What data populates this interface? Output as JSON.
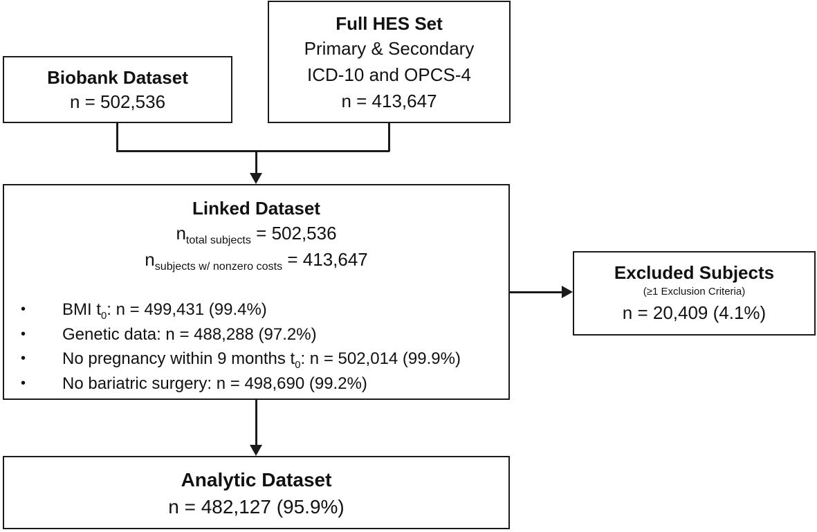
{
  "biobank": {
    "title": "Biobank Dataset",
    "count": "n = 502,536"
  },
  "hes": {
    "title": "Full HES Set",
    "line1": "Primary & Secondary",
    "line2": "ICD-10 and OPCS-4",
    "count": "n = 413,647"
  },
  "linked": {
    "title": "Linked Dataset",
    "total_prefix": "n",
    "total_sub": "total subjects",
    "total_value": " = 502,536",
    "nonzero_prefix": "n",
    "nonzero_sub": "subjects w/ nonzero costs",
    "nonzero_value": " = 413,647",
    "bullet_marker": "•",
    "criteria": [
      {
        "pre": "BMI t",
        "sub": "0",
        "post": ": n = 499,431 (99.4%)"
      },
      {
        "pre": "Genetic data: n = 488,288 (97.2%)",
        "sub": "",
        "post": ""
      },
      {
        "pre": "No pregnancy within 9 months t",
        "sub": "0",
        "post": ": n = 502,014 (99.9%)"
      },
      {
        "pre": "No bariatric surgery: n = 498,690 (99.2%)",
        "sub": "",
        "post": ""
      }
    ]
  },
  "excluded": {
    "title": "Excluded Subjects",
    "note": "(≥1 Exclusion Criteria)",
    "count": "n = 20,409 (4.1%)"
  },
  "analytic": {
    "title": "Analytic Dataset",
    "count": "n = 482,127 (95.9%)"
  }
}
